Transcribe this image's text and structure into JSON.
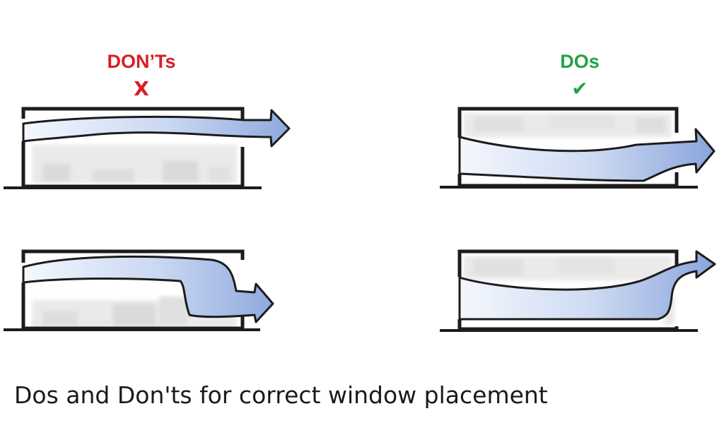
{
  "headings": {
    "donts": "DON’Ts",
    "dos": "DOs"
  },
  "marks": {
    "donts": "X",
    "dos": "✔"
  },
  "caption": "Dos and Don'ts for correct window placement",
  "icons": {
    "donts_mark": "x-icon",
    "dos_mark": "check-icon",
    "airflow": "airflow-arrow-icon"
  },
  "colors": {
    "donts": "#d91e28",
    "dos": "#22a24a",
    "airflow_light": "#f2f6fd",
    "airflow_dark": "#8fa9de",
    "outline": "#1c1c1c"
  }
}
